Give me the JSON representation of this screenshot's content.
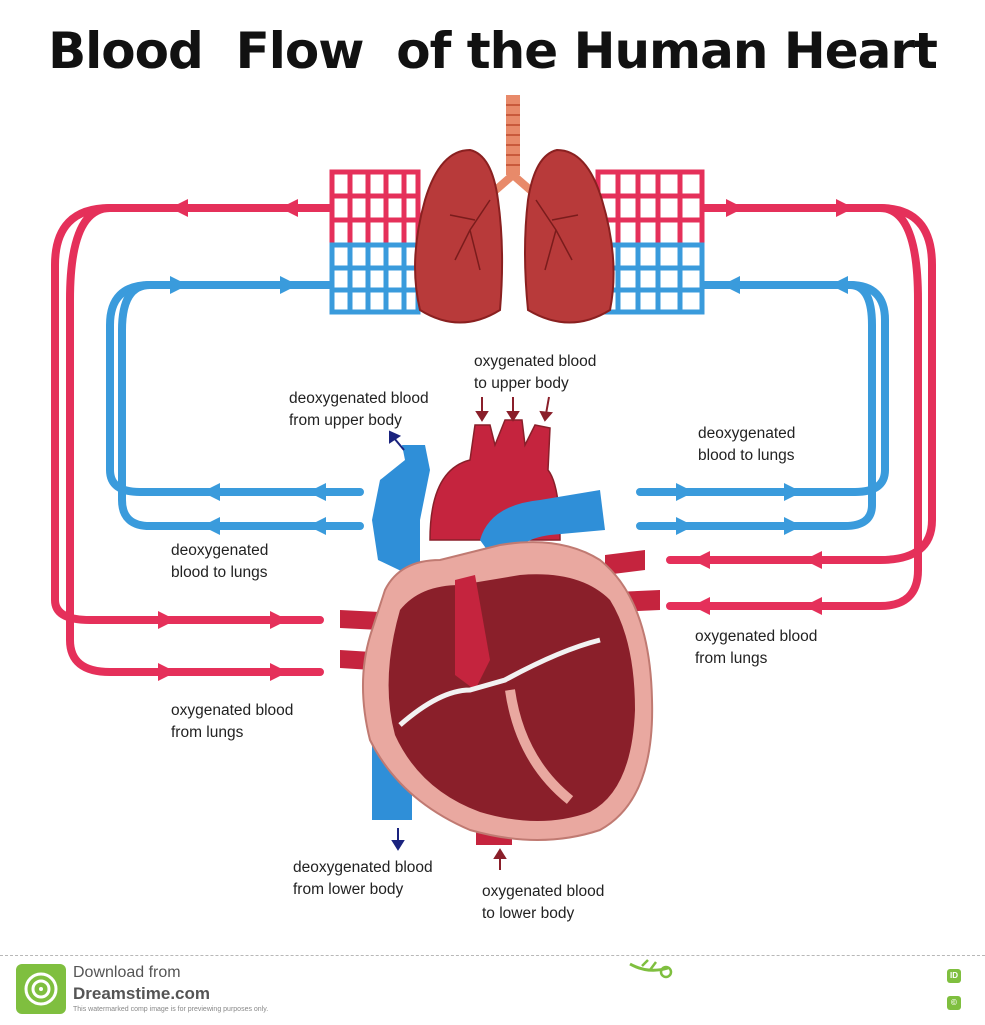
{
  "title": "Blood  Flow  of the Human Heart",
  "labels": {
    "deoxy_upper": [
      "deoxygenated blood",
      "from upper body"
    ],
    "oxy_upper": [
      "oxygenated blood",
      "to upper body"
    ],
    "deoxy_lungs_right": [
      "deoxygenated",
      "blood to lungs"
    ],
    "deoxy_lungs_left": [
      "deoxygenated",
      "blood to lungs"
    ],
    "oxy_from_lungs_right": [
      "oxygenated blood",
      "from lungs"
    ],
    "oxy_from_lungs_left": [
      "oxygenated blood",
      "from lungs"
    ],
    "deoxy_lower": [
      "deoxygenated blood",
      "from lower body"
    ],
    "oxy_lower": [
      "oxygenated blood",
      "to lower body"
    ]
  },
  "footer": {
    "download_from": "Download from",
    "site": "Dreamstime.com",
    "note": "This watermarked comp image is for previewing purposes only.",
    "badge_id": "ID",
    "badge_c": "©"
  },
  "colors": {
    "oxygenated": "#e5305a",
    "deoxygenated": "#3a9bdc",
    "lung": "#b83a3a",
    "heart_outer": "#c5243e",
    "heart_inner": "#8a1f2a",
    "heart_wall": "#e9a8a0",
    "vein": "#2f8fd8"
  },
  "icons": [
    "arrow-icon",
    "leaf-scissors-icon",
    "dreamstime-logo-icon"
  ]
}
